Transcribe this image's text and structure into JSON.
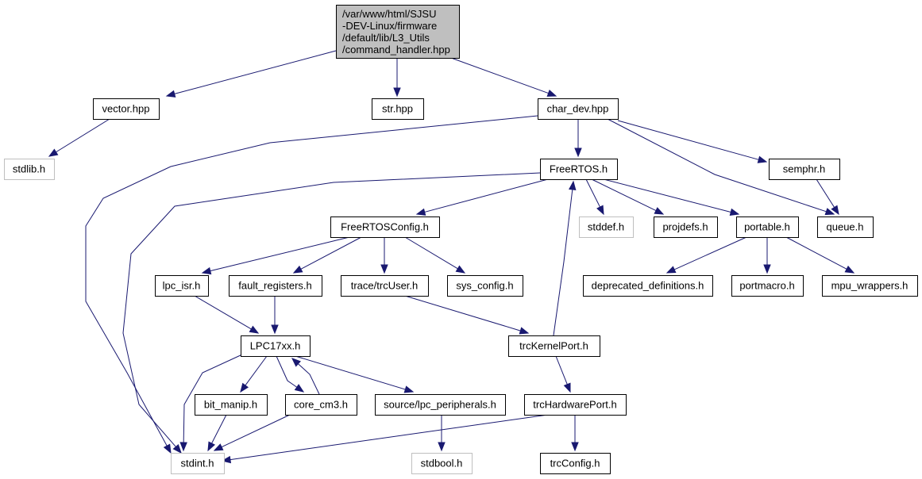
{
  "graph": {
    "root_label_lines": [
      "/var/www/html/SJSU",
      "-DEV-Linux/firmware",
      "/default/lib/L3_Utils",
      "/command_handler.hpp"
    ],
    "nodes": {
      "root": "/var/www/html/SJSU-DEV-Linux/firmware/default/lib/L3_Utils/command_handler.hpp",
      "vector": "vector.hpp",
      "str": "str.hpp",
      "chardev": "char_dev.hpp",
      "stdlib": "stdlib.h",
      "freertos": "FreeRTOS.h",
      "semphr": "semphr.h",
      "frconfig": "FreeRTOSConfig.h",
      "stddef": "stddef.h",
      "projdefs": "projdefs.h",
      "portable": "portable.h",
      "queue": "queue.h",
      "lpcisr": "lpc_isr.h",
      "faultreg": "fault_registers.h",
      "trcuser": "trace/trcUser.h",
      "sysconfig": "sys_config.h",
      "deprecated": "deprecated_definitions.h",
      "portmacro": "portmacro.h",
      "mpuwrap": "mpu_wrappers.h",
      "lpc17xx": "LPC17xx.h",
      "trckernel": "trcKernelPort.h",
      "bitmanip": "bit_manip.h",
      "corecm3": "core_cm3.h",
      "lpcperiph": "source/lpc_peripherals.h",
      "trchw": "trcHardwarePort.h",
      "stdint": "stdint.h",
      "stdbool": "stdbool.h",
      "trcconfig": "trcConfig.h"
    },
    "external_nodes": [
      "stdlib",
      "stddef",
      "stdint",
      "stdbool"
    ],
    "edges": [
      [
        "root",
        "vector"
      ],
      [
        "root",
        "str"
      ],
      [
        "root",
        "chardev"
      ],
      [
        "vector",
        "stdlib"
      ],
      [
        "chardev",
        "stdint"
      ],
      [
        "chardev",
        "freertos"
      ],
      [
        "chardev",
        "semphr"
      ],
      [
        "chardev",
        "queue"
      ],
      [
        "freertos",
        "stdint"
      ],
      [
        "freertos",
        "frconfig"
      ],
      [
        "freertos",
        "stddef"
      ],
      [
        "freertos",
        "projdefs"
      ],
      [
        "freertos",
        "portable"
      ],
      [
        "semphr",
        "queue"
      ],
      [
        "frconfig",
        "lpcisr"
      ],
      [
        "frconfig",
        "faultreg"
      ],
      [
        "frconfig",
        "trcuser"
      ],
      [
        "frconfig",
        "sysconfig"
      ],
      [
        "portable",
        "deprecated"
      ],
      [
        "portable",
        "portmacro"
      ],
      [
        "portable",
        "mpuwrap"
      ],
      [
        "lpcisr",
        "lpc17xx"
      ],
      [
        "faultreg",
        "lpc17xx"
      ],
      [
        "trcuser",
        "trckernel"
      ],
      [
        "trckernel",
        "freertos"
      ],
      [
        "trckernel",
        "trchw"
      ],
      [
        "lpc17xx",
        "stdint"
      ],
      [
        "lpc17xx",
        "bitmanip"
      ],
      [
        "lpc17xx",
        "corecm3"
      ],
      [
        "lpc17xx",
        "lpcperiph"
      ],
      [
        "corecm3",
        "lpc17xx"
      ],
      [
        "corecm3",
        "stdint"
      ],
      [
        "bitmanip",
        "stdint"
      ],
      [
        "lpcperiph",
        "stdbool"
      ],
      [
        "trchw",
        "stdint"
      ],
      [
        "trchw",
        "trcconfig"
      ]
    ],
    "colors": {
      "edge": "#191970",
      "root_fill": "#bfbfbf",
      "external_border": "#bfbfbf",
      "node_border": "#000000"
    }
  }
}
